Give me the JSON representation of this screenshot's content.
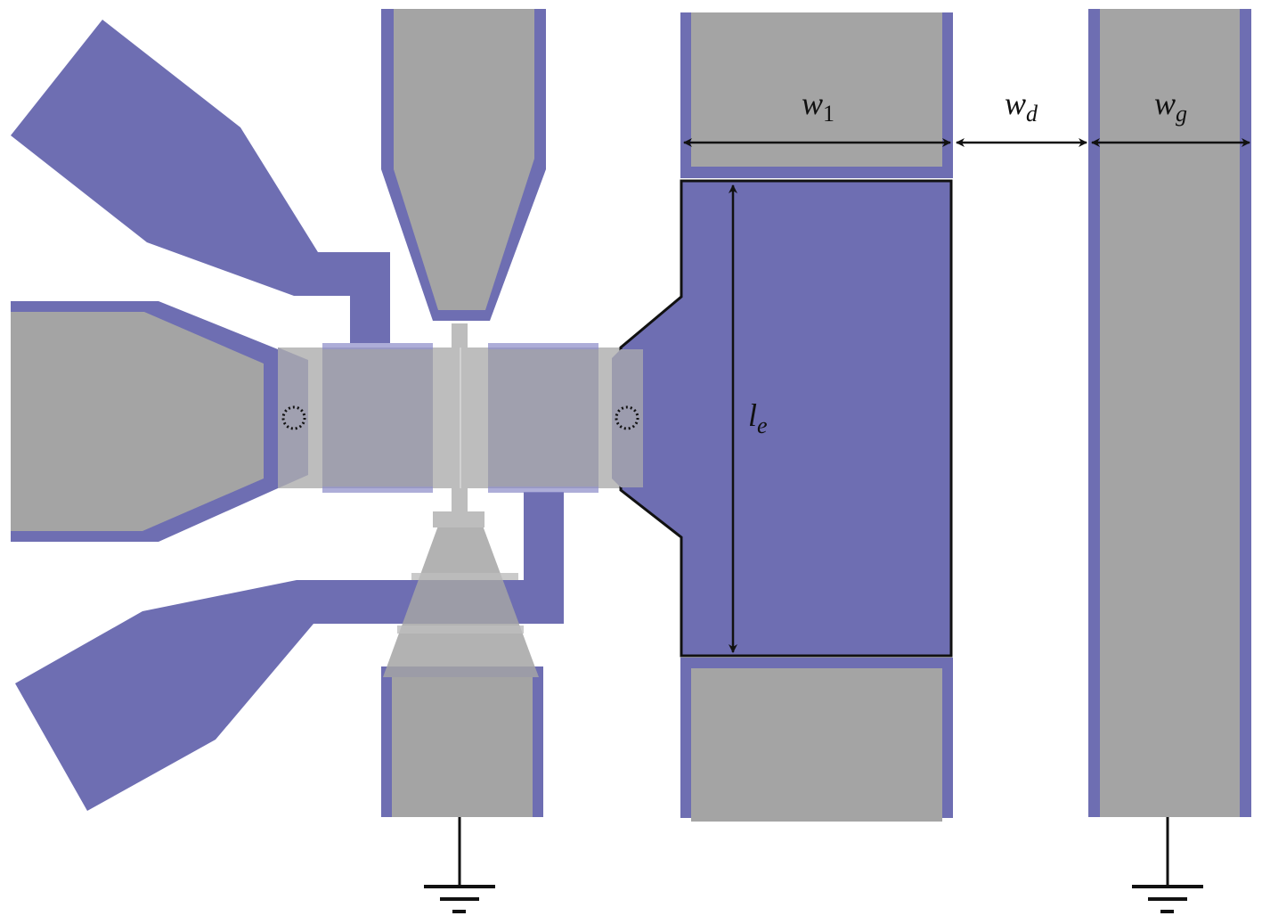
{
  "colors": {
    "metal": "#6e6eb2",
    "substrate": "#a4a4a4",
    "overlay": "#9c9cae",
    "light": "#bdbdbd",
    "outline": "#111111"
  },
  "labels": {
    "w1": {
      "base": "w",
      "sub": "1"
    },
    "wd": {
      "base": "w",
      "sub": "d"
    },
    "wg": {
      "base": "w",
      "sub": "g"
    },
    "le": {
      "base": "l",
      "sub": "e"
    }
  },
  "icons": [
    "ground-symbol",
    "ground-symbol",
    "dotted-circle",
    "dotted-circle",
    "double-arrow"
  ]
}
